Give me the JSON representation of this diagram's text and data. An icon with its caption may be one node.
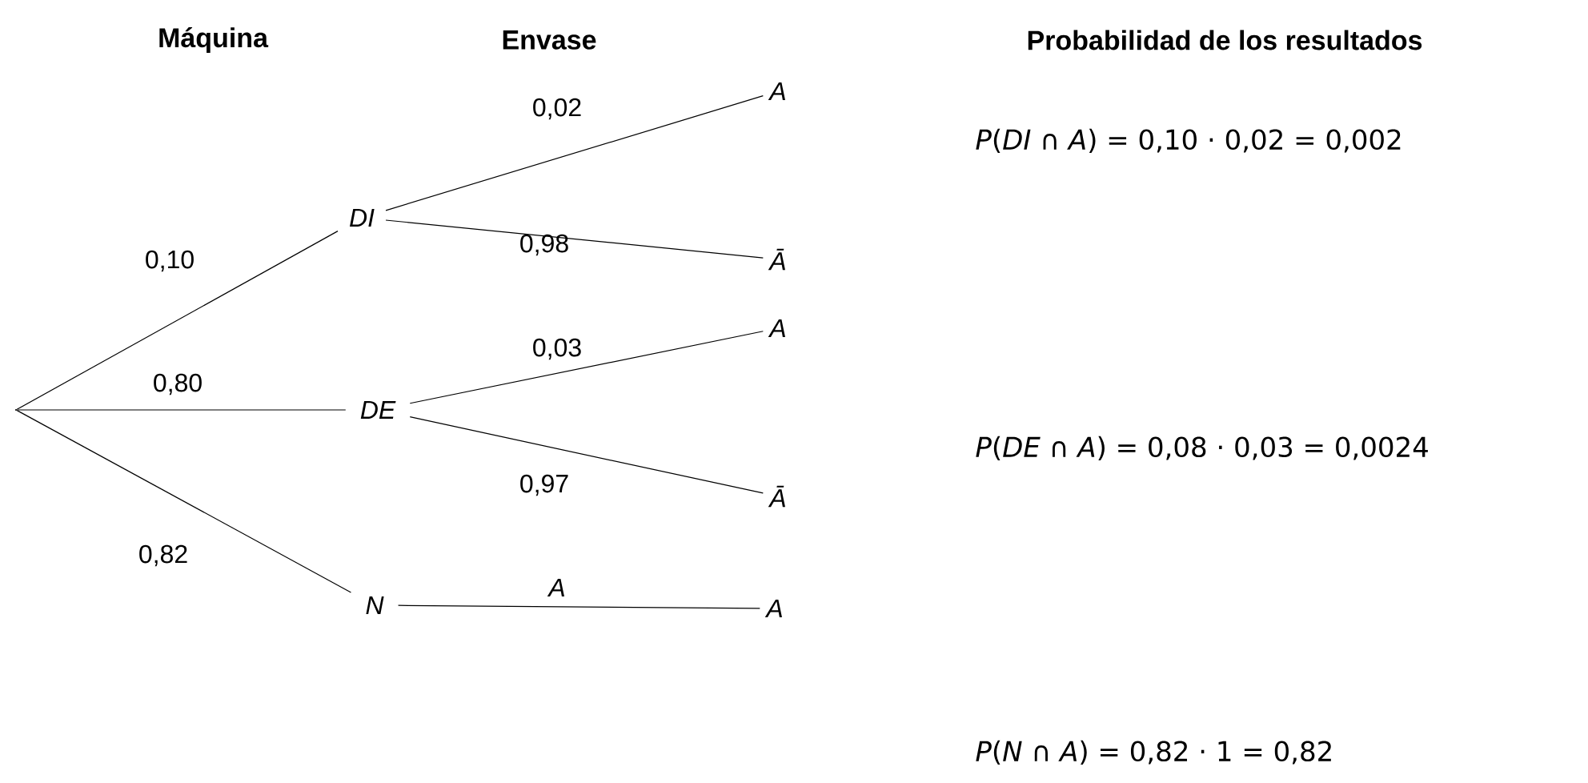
{
  "diagram": {
    "nodes": [
      {
        "text": [],
        "shape": "point"
      },
      {
        "text": [
          "DI"
        ]
      },
      {
        "text": [
          "DE"
        ]
      },
      {
        "text": [
          "N"
        ]
      },
      {
        "text": [
          "A"
        ]
      },
      {
        "text": [
          "Ā"
        ]
      },
      {
        "text": [
          "A"
        ]
      },
      {
        "text": [
          "Ā"
        ]
      },
      {
        "text": [
          "A"
        ]
      }
    ],
    "edges": [
      {
        "from": 0,
        "to": 1,
        "arrow": "none",
        "label": "0,10"
      },
      {
        "from": 0,
        "to": 2,
        "arrow": "none",
        "label": "0,80"
      },
      {
        "from": 0,
        "to": 3,
        "arrow": "none",
        "label": "0,82"
      },
      {
        "from": 1,
        "to": 4,
        "arrow": "none",
        "label": "0,02"
      },
      {
        "from": 1,
        "to": 5,
        "arrow": "none",
        "label": "0,98"
      },
      {
        "from": 2,
        "to": 6,
        "arrow": "none",
        "label": "0,03"
      },
      {
        "from": 2,
        "to": 7,
        "arrow": "none",
        "label": "0,97"
      },
      {
        "from": 3,
        "to": 8,
        "arrow": "none",
        "label": "A"
      }
    ],
    "labels": [
      "Máquina",
      "Envase",
      "Probabilidad de los resultados",
      "*P*(*DI* ∩ *A*) = 0,10 · 0,02 = 0,002",
      "*P*(*DE* ∩ *A*) = 0,08 · 0,03 = 0,0024",
      "*P*(*N* ∩ *A*) = 0,82 · 1 = 0,82"
    ]
  }
}
